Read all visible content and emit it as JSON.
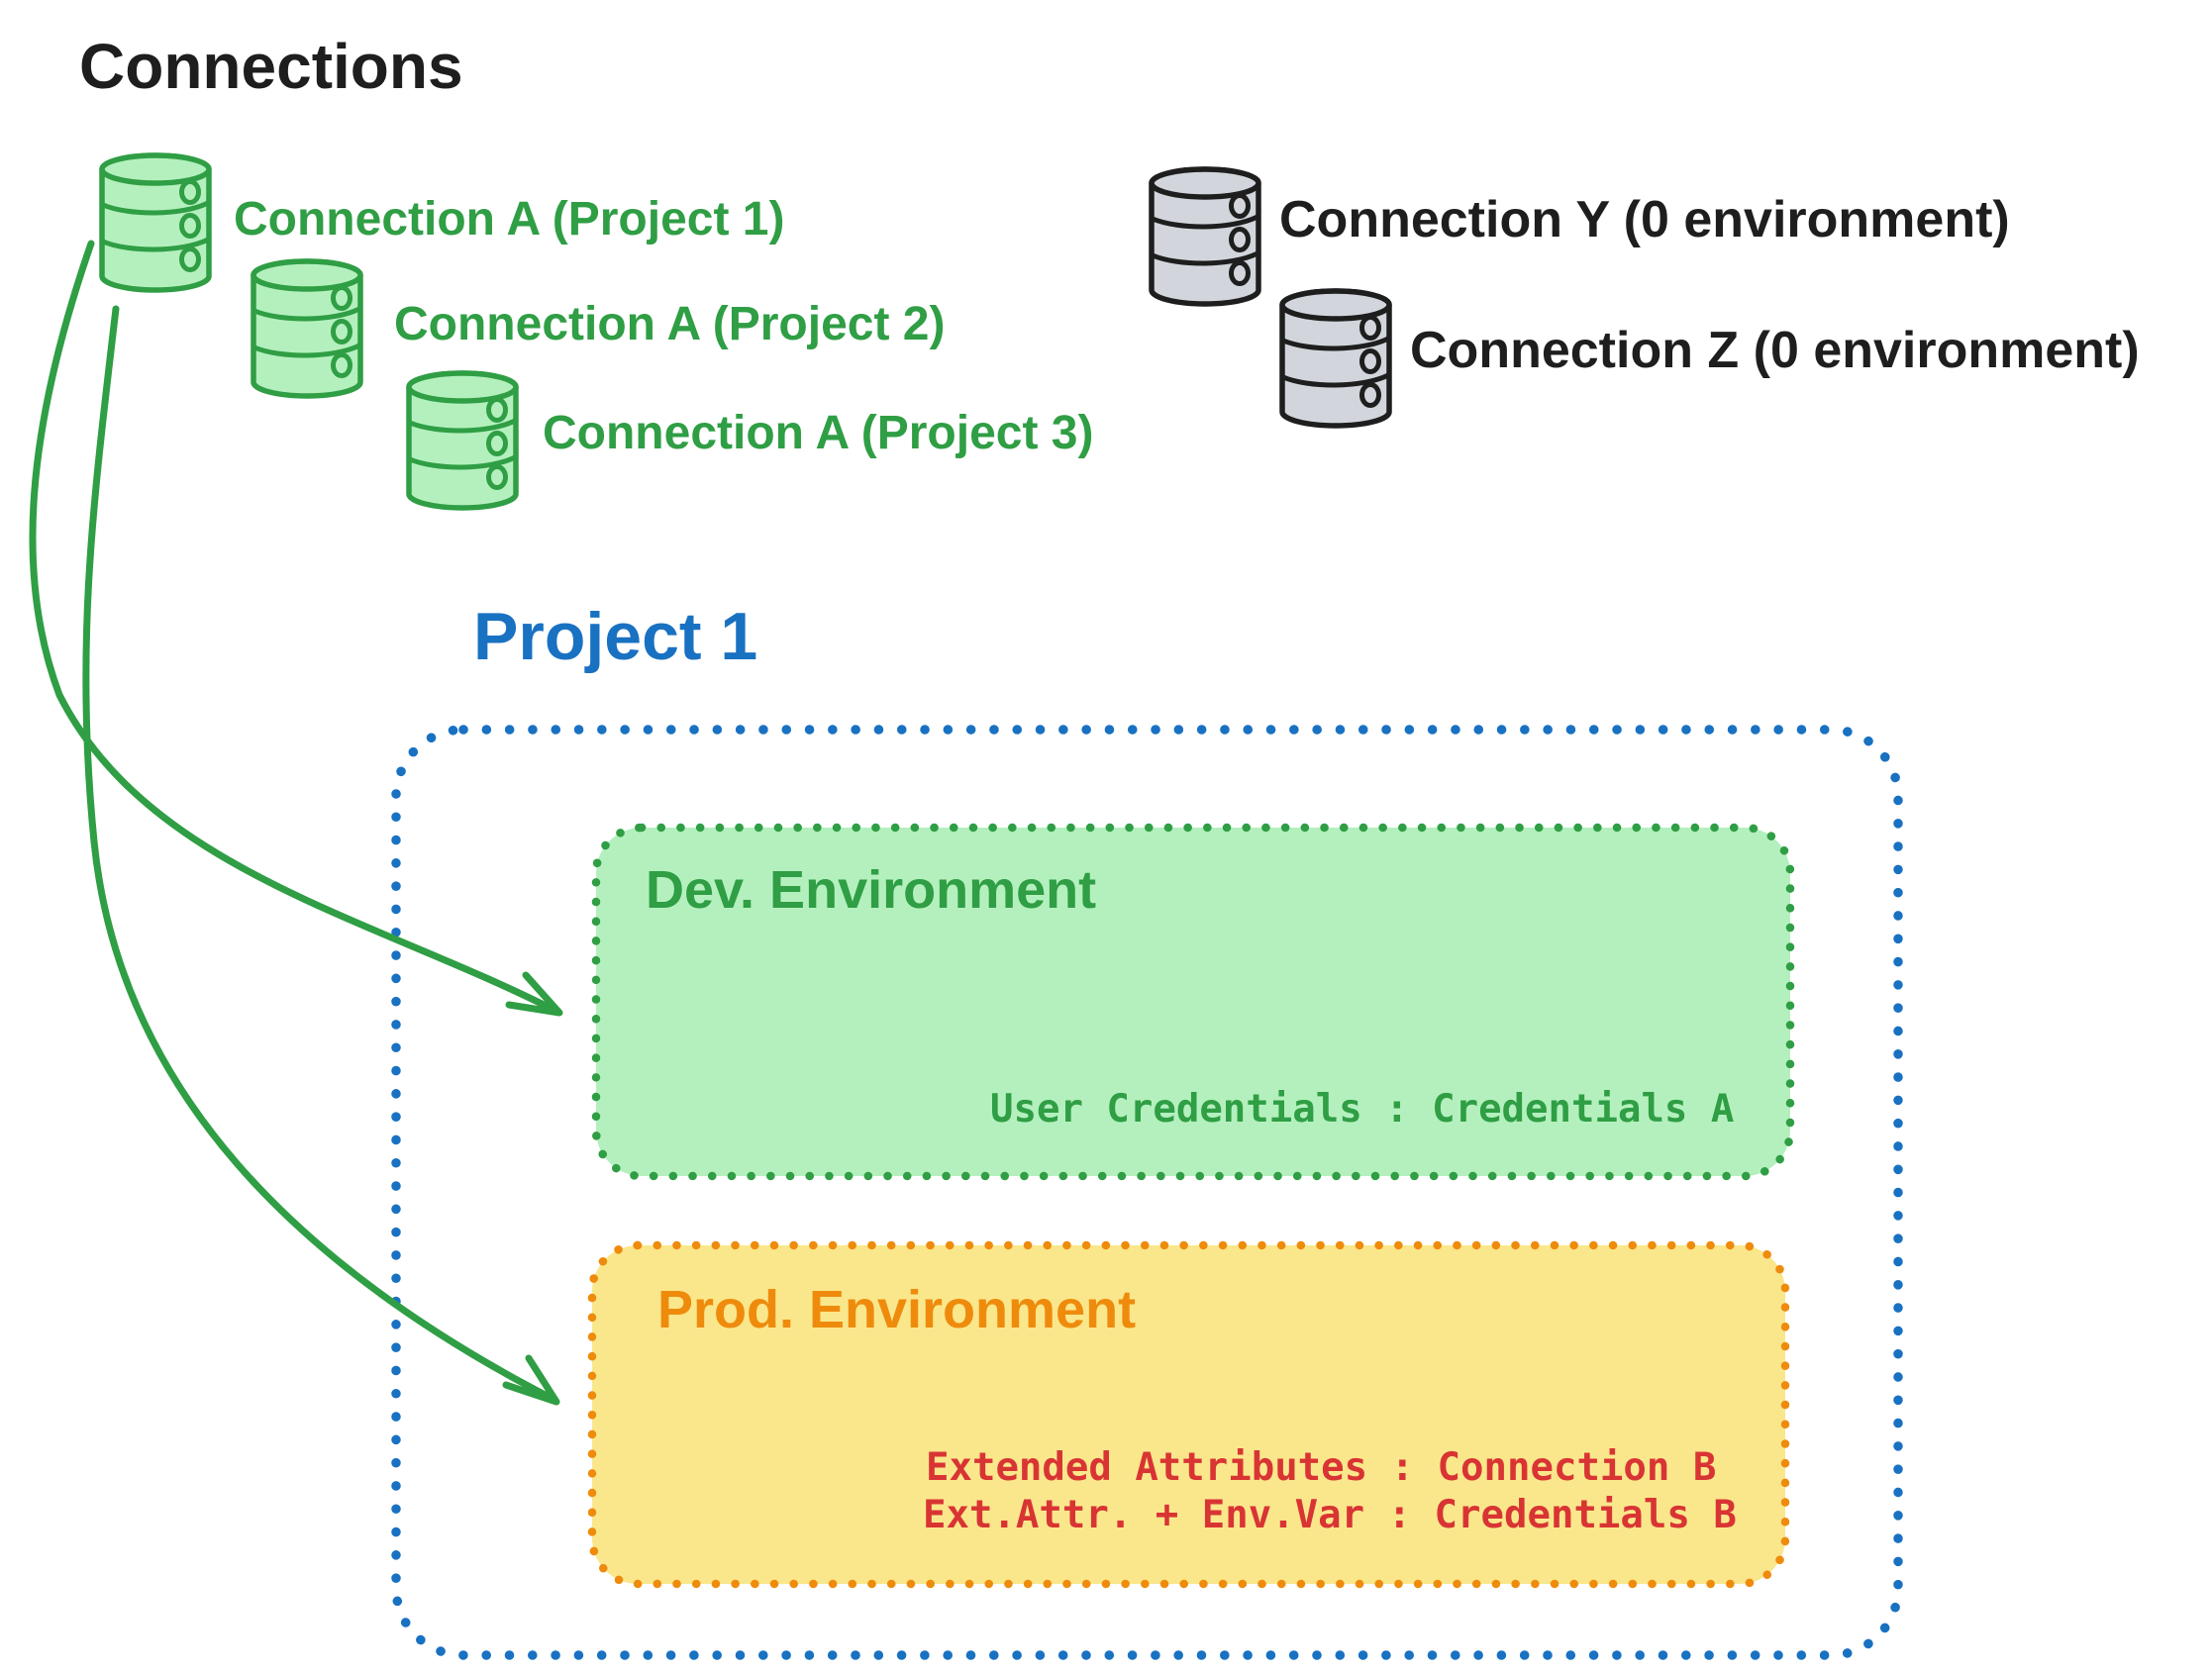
{
  "colors": {
    "black": "#1e1e1e",
    "green": "#2f9e44",
    "greenFill": "#b4f0be",
    "blue": "#1971c2",
    "orange": "#ef8b0c",
    "yellowFill": "#fae78c",
    "red": "#d93434",
    "grayFill": "#d2d6dc",
    "canvas": "#ffffff"
  },
  "header": {
    "title": "Connections"
  },
  "connections": {
    "assigned": [
      {
        "label": "Connection A (Project 1)",
        "icon": "database-cylinder-icon",
        "color": "green"
      },
      {
        "label": "Connection A (Project 2)",
        "icon": "database-cylinder-icon",
        "color": "green"
      },
      {
        "label": "Connection A (Project 3)",
        "icon": "database-cylinder-icon",
        "color": "green"
      }
    ],
    "unassigned": [
      {
        "label": "Connection Y (0 environment)",
        "icon": "database-cylinder-icon",
        "color": "gray"
      },
      {
        "label": "Connection Z (0 environment)",
        "icon": "database-cylinder-icon",
        "color": "gray"
      }
    ]
  },
  "project": {
    "title": "Project 1",
    "environments": [
      {
        "name": "Dev. Environment",
        "theme": "green",
        "mappings": [
          "User Credentials : Credentials A"
        ]
      },
      {
        "name": "Prod. Environment",
        "theme": "orange",
        "mappings": [
          "Extended Attributes : Connection B",
          "Ext.Attr. + Env.Var : Credentials B"
        ]
      }
    ]
  }
}
